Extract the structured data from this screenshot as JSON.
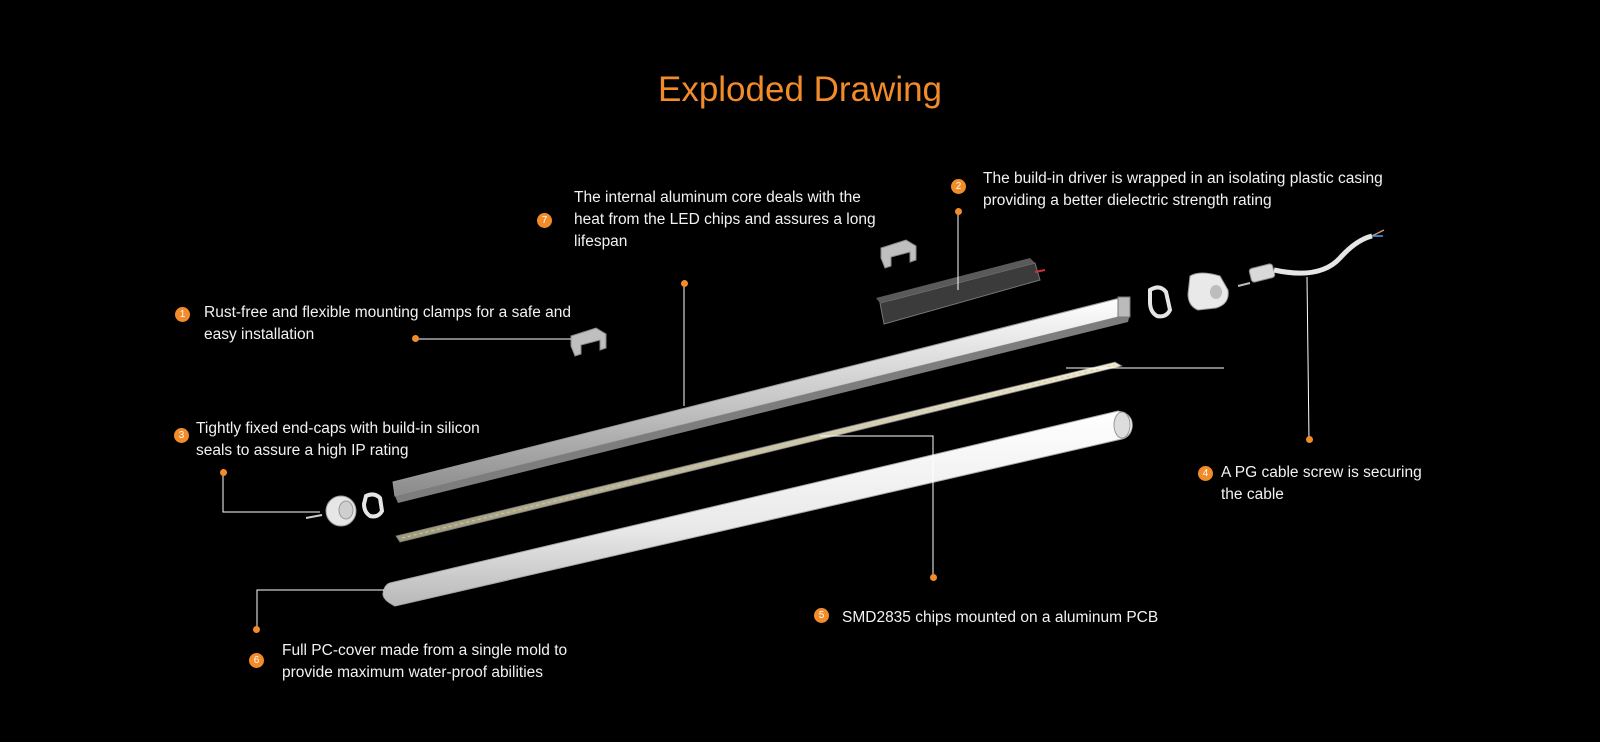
{
  "title": "Exploded Drawing",
  "accent_color": "#f28b2a",
  "callouts": [
    {
      "num": "1",
      "text": "Rust-free and flexible mounting clamps for a safe and easy installation"
    },
    {
      "num": "2",
      "text": "The build-in driver is wrapped in an isolating plastic casing providing a better dielectric strength rating"
    },
    {
      "num": "3",
      "text": "Tightly fixed end-caps with build-in silicon seals to assure a high IP rating"
    },
    {
      "num": "4",
      "text": "A PG cable screw is securing the cable"
    },
    {
      "num": "5",
      "text": "SMD2835 chips mounted on a aluminum PCB"
    },
    {
      "num": "6",
      "text": "Full PC-cover made from a single mold to provide maximum water-proof abilities"
    },
    {
      "num": "7",
      "text": "The internal aluminum core deals with the heat from the LED chips and assures a long lifespan"
    }
  ]
}
